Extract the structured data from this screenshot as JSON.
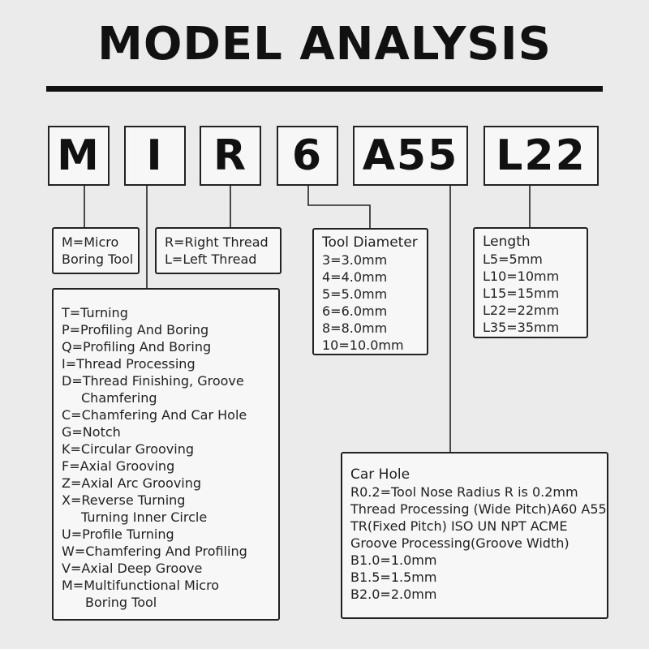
{
  "title": "MODEL ANALYSIS",
  "codes": [
    "M",
    "I",
    "R",
    "6",
    "A55",
    "L22"
  ],
  "boxes": {
    "micro": [
      "M=Micro",
      "Boring Tool"
    ],
    "thread": [
      "R=Right Thread",
      "L=Left Thread"
    ],
    "diameter": {
      "heading": "Tool Diameter",
      "lines": [
        "3=3.0mm",
        "4=4.0mm",
        "5=5.0mm",
        "6=6.0mm",
        "8=8.0mm",
        "10=10.0mm"
      ]
    },
    "length": {
      "heading": "Length",
      "lines": [
        "L5=5mm",
        "L10=10mm",
        "L15=15mm",
        "L22=22mm",
        "L35=35mm"
      ]
    },
    "type": [
      "T=Turning",
      "P=Profiling And Boring",
      "Q=Profiling And Boring",
      "I=Thread Processing",
      "D=Thread Finishing, Groove",
      "Chamfering",
      "C=Chamfering And Car Hole",
      "G=Notch",
      "K=Circular Grooving",
      "F=Axial Grooving",
      "Z=Axial Arc Grooving",
      "X=Reverse Turning",
      "Turning Inner Circle",
      "U=Profile Turning",
      "W=Chamfering And Profiling",
      "V=Axial Deep Groove",
      "M=Multifunctional Micro",
      "Boring Tool"
    ],
    "carhole": {
      "heading": "Car Hole",
      "lines": [
        "R0.2=Tool Nose Radius R is 0.2mm",
        "Thread Processing (Wide Pitch)A60 A55",
        "TR(Fixed Pitch) ISO UN NPT ACME",
        "Groove Processing(Groove Width)",
        "B1.0=1.0mm",
        "B1.5=1.5mm",
        "B2.0=2.0mm"
      ]
    }
  }
}
